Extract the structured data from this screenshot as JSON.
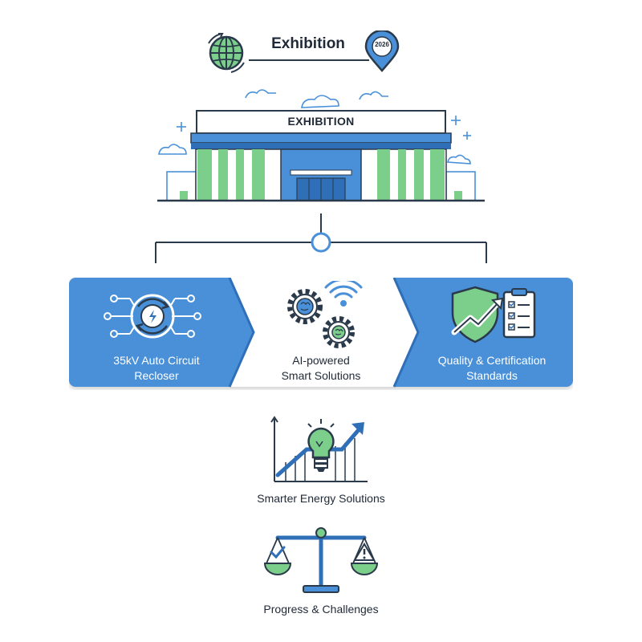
{
  "header": {
    "title": "Exhibition",
    "badge_year": "2026"
  },
  "building": {
    "sign": "EXHIBITION"
  },
  "cards": [
    {
      "line1": "35kV Auto Circuit",
      "line2": "Recloser"
    },
    {
      "line1": "AI-powered",
      "line2": "Smart Solutions"
    },
    {
      "line1": "Quality & Certification",
      "line2": "Standards"
    }
  ],
  "bottom": {
    "energy_label": "Smarter Energy Solutions",
    "progress_label": "Progress & Challenges"
  },
  "colors": {
    "blue": "#4a90d9",
    "dark_blue": "#2f6fb8",
    "green": "#7ccf8a",
    "navy": "#2b3a4a"
  },
  "icons": [
    "globe-icon",
    "map-pin-icon",
    "cloud-icon",
    "recloser-icon",
    "ai-gears-icon",
    "wifi-icon",
    "shield-check-icon",
    "checklist-icon",
    "growth-lightbulb-icon",
    "balance-scale-icon"
  ]
}
